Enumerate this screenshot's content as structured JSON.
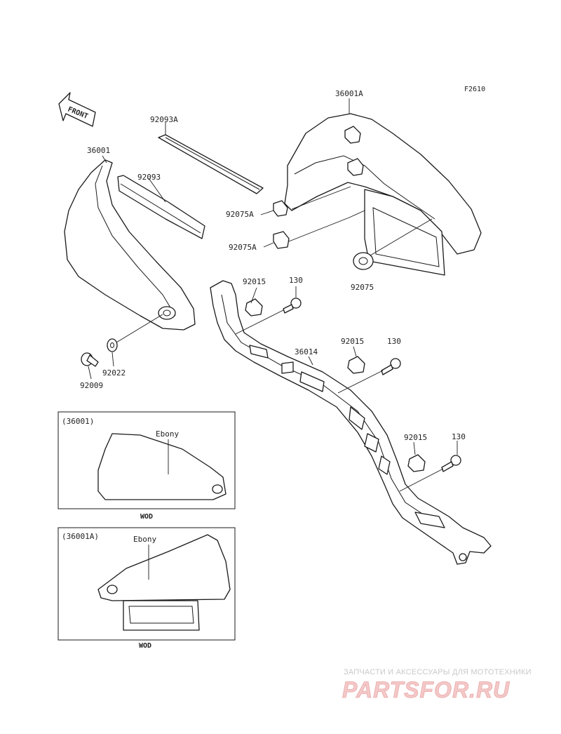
{
  "diagram": {
    "figure_code": "F2610",
    "front_label": "FRONT",
    "parts": {
      "p36001A": "36001A",
      "p36001": "36001",
      "p92093A": "92093A",
      "p92093": "92093",
      "p92075A_1": "92075A",
      "p92075A_2": "92075A",
      "p92075": "92075",
      "p92015_1": "92015",
      "p130_1": "130",
      "p36014": "36014",
      "p92015_2": "92015",
      "p130_2": "130",
      "p92015_3": "92015",
      "p130_3": "130",
      "p92022": "92022",
      "p92009": "92009"
    },
    "inset1": {
      "title": "(36001)",
      "color": "Ebony",
      "footer": "WOD"
    },
    "inset2": {
      "title": "(36001A)",
      "color": "Ebony",
      "footer": "WOD"
    }
  },
  "watermark": {
    "tagline": "ЗАПЧАСТИ И АКСЕССУАРЫ ДЛЯ МОТОТЕХНИКИ",
    "logo": "PARTSFOR.RU"
  },
  "colors": {
    "line": "#1a1a1a",
    "watermark": "#e9a9a9"
  }
}
